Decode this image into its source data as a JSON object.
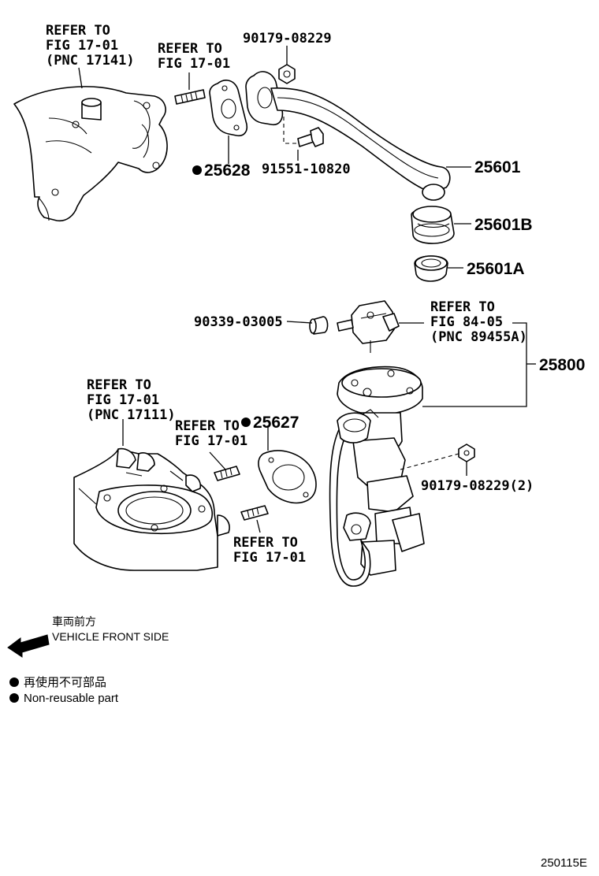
{
  "labels": {
    "refer_manifold_top": [
      "REFER TO",
      "FIG 17-01",
      "(PNC 17141)"
    ],
    "refer_stud_top": [
      "REFER TO",
      "FIG 17-01"
    ],
    "nut_top": "90179-08229",
    "gasket_top": "25628",
    "bolt": "91551-10820",
    "pipe": "25601",
    "pipe_b": "25601B",
    "pipe_a": "25601A",
    "hose": "90339-03005",
    "refer_sensor": [
      "REFER TO",
      "FIG 84-05",
      "(PNC 89455A)"
    ],
    "valve": "25800",
    "refer_manifold_bottom": [
      "REFER TO",
      "FIG 17-01",
      "(PNC 17111)"
    ],
    "refer_stud_mid": [
      "REFER TO",
      "FIG 17-01"
    ],
    "gasket_bottom": "25627",
    "nut_bottom": "90179-08229(2)",
    "refer_stud_bottom": [
      "REFER TO",
      "FIG 17-01"
    ]
  },
  "legend": {
    "front_jp": "車両前方",
    "front_en": "VEHICLE FRONT SIDE",
    "nonreusable_jp": "再使用不可部品",
    "nonreusable_en": "Non-reusable part"
  },
  "figure_code": "250115E",
  "icons": [
    "non-reusable-dot-icon",
    "front-arrow-icon"
  ],
  "colors": {
    "ink": "#000000",
    "paper": "#ffffff"
  }
}
